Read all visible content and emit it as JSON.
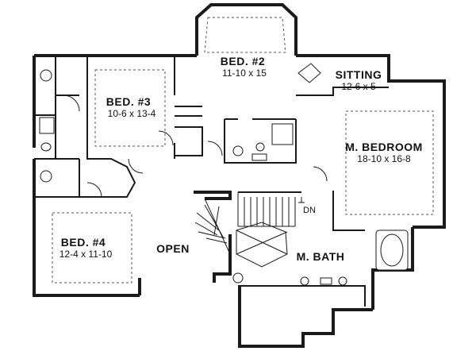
{
  "rooms": {
    "bed2": {
      "name": "BED. #2",
      "dims": "11-10 x 15"
    },
    "bed3": {
      "name": "BED. #3",
      "dims": "10-6 x 13-4"
    },
    "bed4": {
      "name": "BED. #4",
      "dims": "12-4 x 11-10"
    },
    "sitting": {
      "name": "SITTING",
      "dims": "12-6 x 5"
    },
    "master": {
      "name": "M. BEDROOM",
      "dims": "18-10 x 16-8"
    },
    "mbath": {
      "name": "M. BATH"
    },
    "open": {
      "name": "OPEN"
    }
  },
  "stair_label": "DN"
}
